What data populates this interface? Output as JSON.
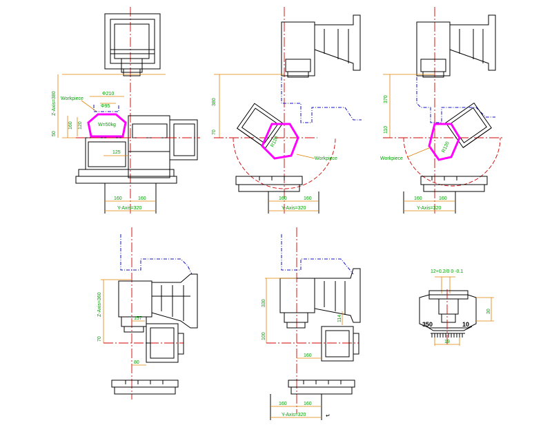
{
  "views": {
    "front": {
      "workpiece": "Workpiece",
      "dia210": "Φ210",
      "dia95": "Φ95",
      "weight": "W=50kg",
      "z_axis": "Z-Axis=380",
      "dim50": "50",
      "dim160": "160",
      "dim120": "120",
      "dim125": "125",
      "y160a": "160",
      "y160b": "160",
      "y_axis": "Y-Axis=320"
    },
    "tilt_left": {
      "dim380": "380",
      "dim70": "70",
      "r120": "R120",
      "workpiece": "Workpiece",
      "y160a": "160",
      "y160b": "160",
      "y_axis": "Y-Axis=320"
    },
    "tilt_right": {
      "dim370": "370",
      "dim110": "110",
      "r120": "R120",
      "workpiece": "Workpiece",
      "y160a": "160",
      "y160b": "160",
      "y_axis": "Y-Axis=320"
    },
    "bottom_left": {
      "z_axis": "Z-Axis=360",
      "dim70": "70",
      "dim157": "157",
      "dim80": "80"
    },
    "bottom_mid": {
      "dim330": "330",
      "dim100": "100",
      "dim114": "114",
      "dim160": "160",
      "y160a": "160",
      "y160b": "160",
      "y_axis": "Y-Axis=320"
    },
    "detail": {
      "tol": "12+0.2/0  0 -0.1",
      "dim30": "30",
      "dim350": "350",
      "dim10": "10",
      "dim19": "19"
    }
  },
  "return_mark": "↵"
}
